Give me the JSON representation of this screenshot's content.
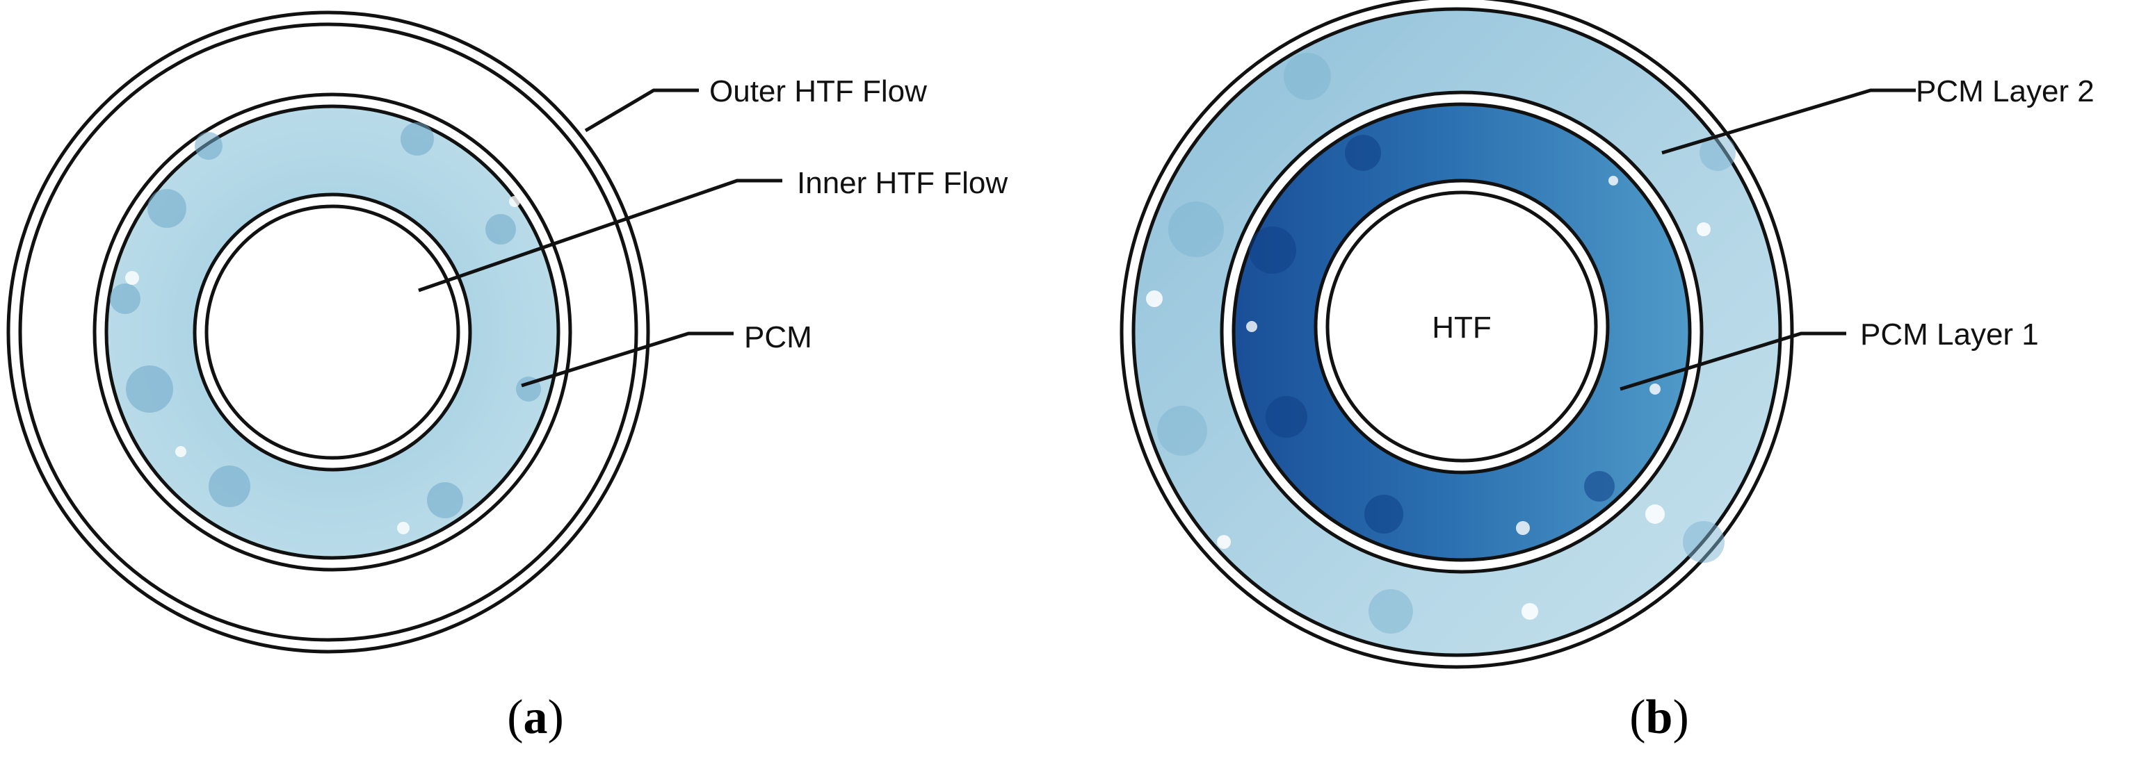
{
  "panel_a": {
    "caption": "a",
    "labels": {
      "outer_htf": "Outer HTF Flow",
      "inner_htf": "Inner HTF Flow",
      "pcm": "PCM"
    }
  },
  "panel_b": {
    "caption": "b",
    "labels": {
      "pcm_layer_2": "PCM Layer 2",
      "htf": "HTF",
      "pcm_layer_1": "PCM Layer 1"
    }
  },
  "colors": {
    "pcm_light": "#b9dbe8",
    "pcm_mid": "#7fb5d3",
    "pcm_dark": "#1d5fa6",
    "stroke": "#111111"
  }
}
